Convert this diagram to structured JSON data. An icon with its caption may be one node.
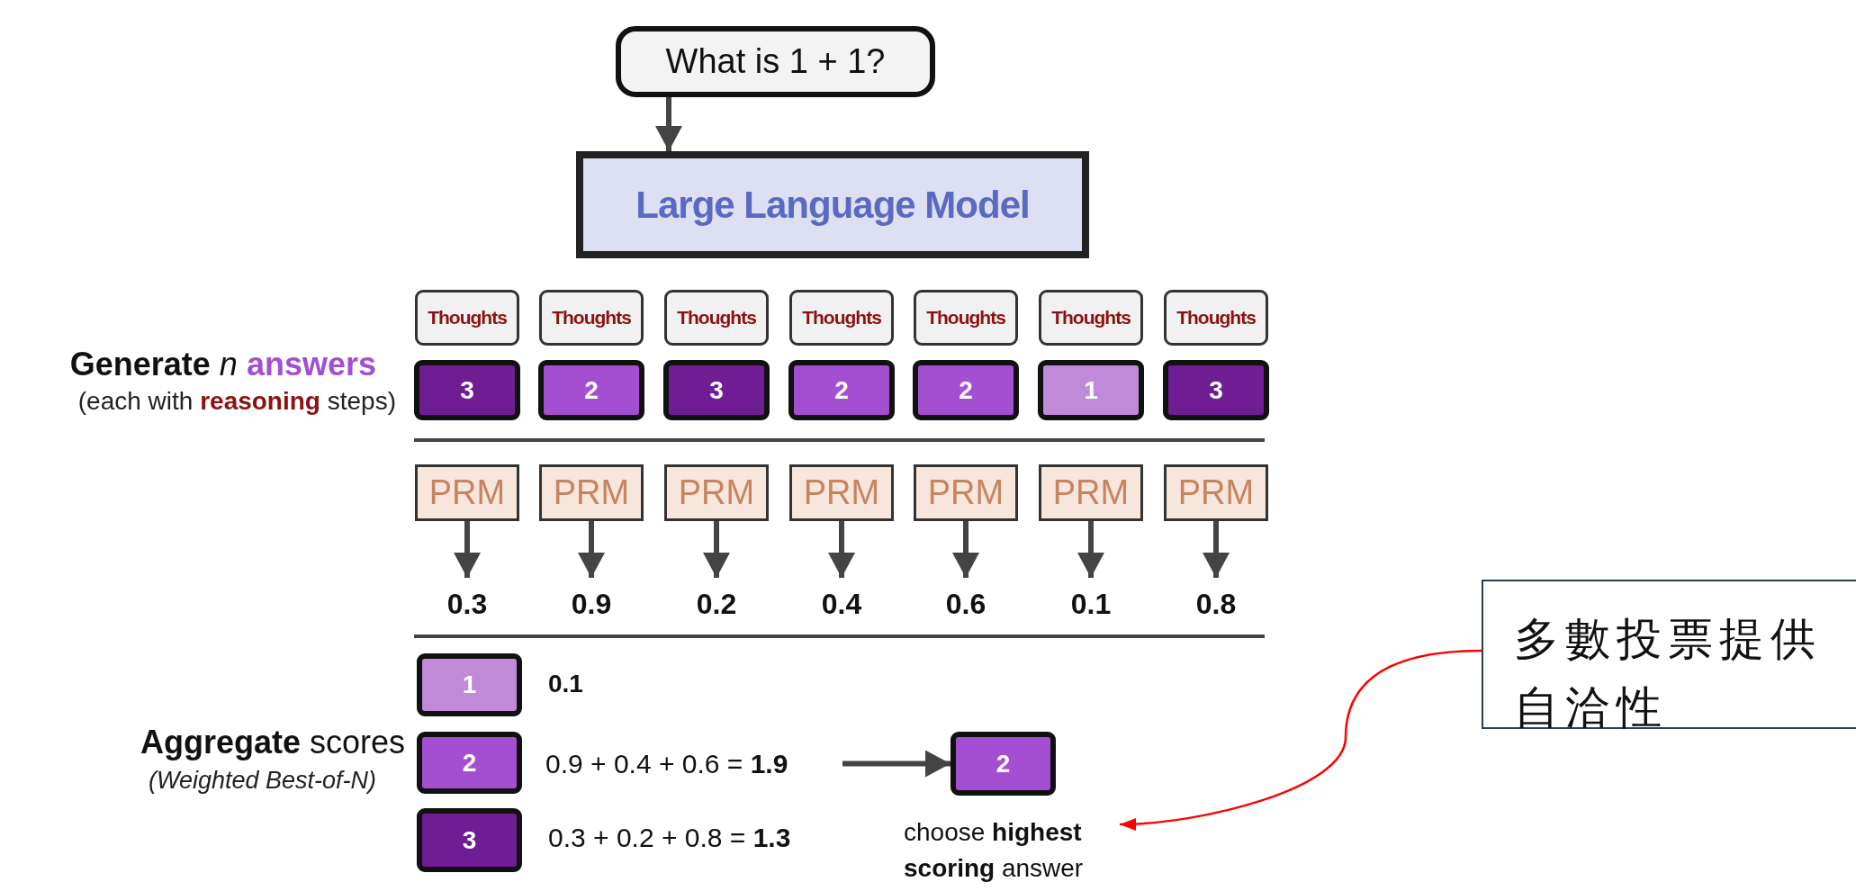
{
  "diagram": {
    "nodes": [
      {
        "text": [
          "What is 1 + 1?"
        ]
      },
      {
        "text": [
          "Large Language Model"
        ]
      },
      {
        "text": [
          "Thoughts"
        ]
      },
      {
        "text": [
          "Thoughts"
        ]
      },
      {
        "text": [
          "Thoughts"
        ]
      },
      {
        "text": [
          "Thoughts"
        ]
      },
      {
        "text": [
          "Thoughts"
        ]
      },
      {
        "text": [
          "Thoughts"
        ]
      },
      {
        "text": [
          "Thoughts"
        ]
      },
      {
        "text": [
          "3"
        ]
      },
      {
        "text": [
          "2"
        ]
      },
      {
        "text": [
          "3"
        ]
      },
      {
        "text": [
          "2"
        ]
      },
      {
        "text": [
          "2"
        ]
      },
      {
        "text": [
          "1"
        ]
      },
      {
        "text": [
          "3"
        ]
      },
      {
        "text": [
          "PRM"
        ]
      },
      {
        "text": [
          "PRM"
        ]
      },
      {
        "text": [
          "PRM"
        ]
      },
      {
        "text": [
          "PRM"
        ]
      },
      {
        "text": [
          "PRM"
        ]
      },
      {
        "text": [
          "PRM"
        ]
      },
      {
        "text": [
          "PRM"
        ]
      },
      {
        "text": [
          "0.3"
        ]
      },
      {
        "text": [
          "0.9"
        ]
      },
      {
        "text": [
          "0.2"
        ]
      },
      {
        "text": [
          "0.4"
        ]
      },
      {
        "text": [
          "0.6"
        ]
      },
      {
        "text": [
          "0.1"
        ]
      },
      {
        "text": [
          "0.8"
        ]
      },
      {
        "text": [
          "1"
        ]
      },
      {
        "text": [
          "2"
        ]
      },
      {
        "text": [
          "3"
        ]
      },
      {
        "text": [
          "0.9 + 0.4 + 0.6 = **1.9**"
        ]
      },
      {
        "text": [
          "2"
        ]
      },
      {
        "text": [
          "choose **highest scoring** answer"
        ]
      },
      {
        "text": [
          "多數投票提供自洽性"
        ]
      }
    ],
    "edges": [
      {
        "from": 0,
        "to": 1,
        "arrow": "to"
      },
      {
        "from": 16,
        "to": 23,
        "arrow": "to"
      },
      {
        "from": 17,
        "to": 24,
        "arrow": "to"
      },
      {
        "from": 18,
        "to": 25,
        "arrow": "to"
      },
      {
        "from": 19,
        "to": 26,
        "arrow": "to"
      },
      {
        "from": 20,
        "to": 27,
        "arrow": "to"
      },
      {
        "from": 21,
        "to": 28,
        "arrow": "to"
      },
      {
        "from": 22,
        "to": 29,
        "arrow": "to"
      },
      {
        "from": 33,
        "to": 34,
        "arrow": "to"
      },
      {
        "from": 36,
        "to": 35,
        "arrow": "to",
        "color": "#ff0000"
      }
    ],
    "labels": [
      "**Generate** *n* **answers**",
      "(each with **reasoning** steps)",
      "0.1",
      "**Aggregate** scores",
      "(Weighted Best-of-N)",
      "0.3 + 0.2 + 0.8 = **1.3**"
    ]
  }
}
